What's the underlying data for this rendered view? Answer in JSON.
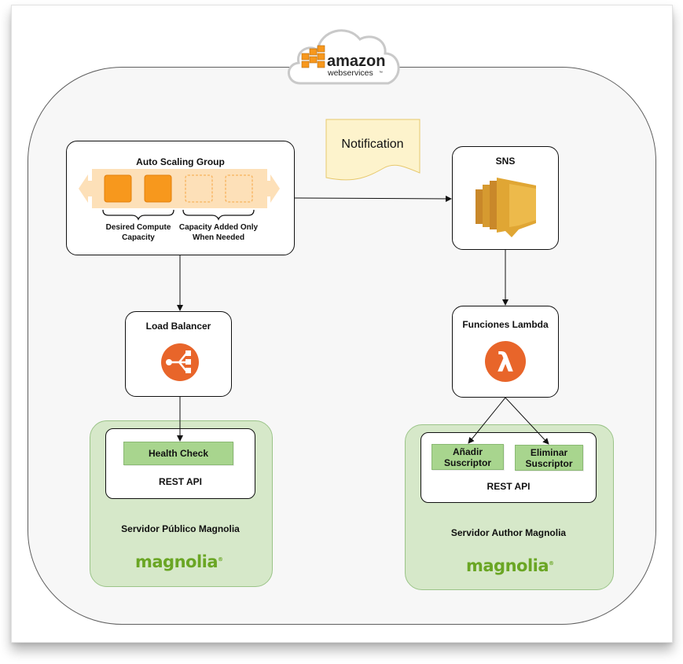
{
  "logo": {
    "brand": "amazon",
    "sub": "webservices",
    "tm": "™"
  },
  "notification": "Notification",
  "autoscaling": {
    "title": "Auto Scaling Group",
    "desired_label": "Desired Compute Capacity",
    "added_label": "Capacity Added Only When Needed"
  },
  "sns": {
    "title": "SNS"
  },
  "load_balancer": {
    "title": "Load Balancer"
  },
  "lambda": {
    "title": "Funciones Lambda"
  },
  "public_server": {
    "button": "Health Check",
    "api": "REST API",
    "name": "Servidor Público Magnolia",
    "logo": "magnolia",
    "logo_mark": "®"
  },
  "author_server": {
    "button_add": "Añadir Suscriptor",
    "button_remove": "Eliminar Suscriptor",
    "api": "REST API",
    "name": "Servidor Author Magnolia",
    "logo": "magnolia",
    "logo_mark": "®"
  },
  "colors": {
    "aws_orange": "#f7981d",
    "sns_gold": "#e0a634",
    "icon_orange": "#e8652a",
    "green_fill": "#d6e8c9",
    "green_button": "#a8d58e",
    "magnolia_green": "#6aa624",
    "note_fill": "#fdf3cc"
  }
}
